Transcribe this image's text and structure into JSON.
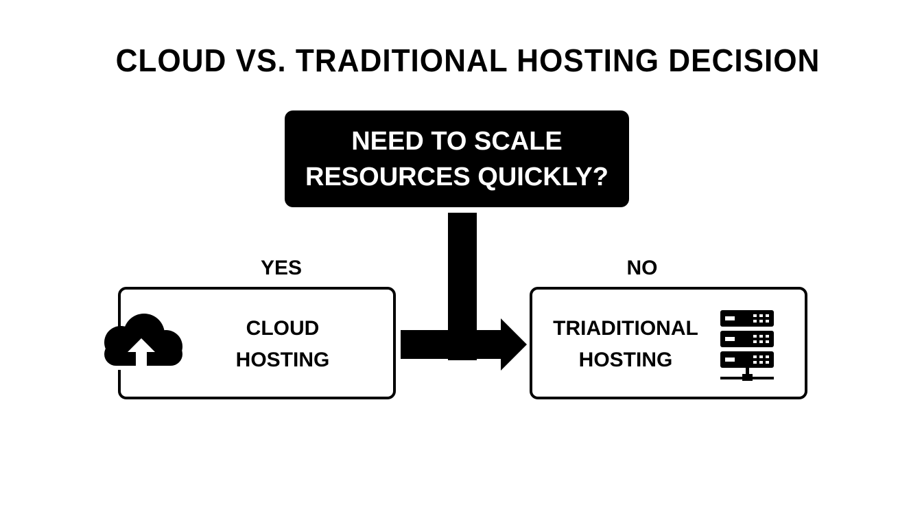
{
  "title": "CLOUD VS. TRADITIONAL HOSTING DECISION",
  "decision": {
    "line1": "NEED TO SCALE",
    "line2": "RESOURCES QUICKLY?"
  },
  "branches": {
    "yes": {
      "label": "YES",
      "line1": "CLOUD",
      "line2": "HOSTING",
      "icon": "cloud-upload-icon"
    },
    "no": {
      "label": "NO",
      "line1": "TRIADITIONAL",
      "line2": "HOSTING",
      "icon": "server-rack-icon"
    }
  },
  "colors": {
    "ink": "#000000",
    "background": "#ffffff"
  }
}
